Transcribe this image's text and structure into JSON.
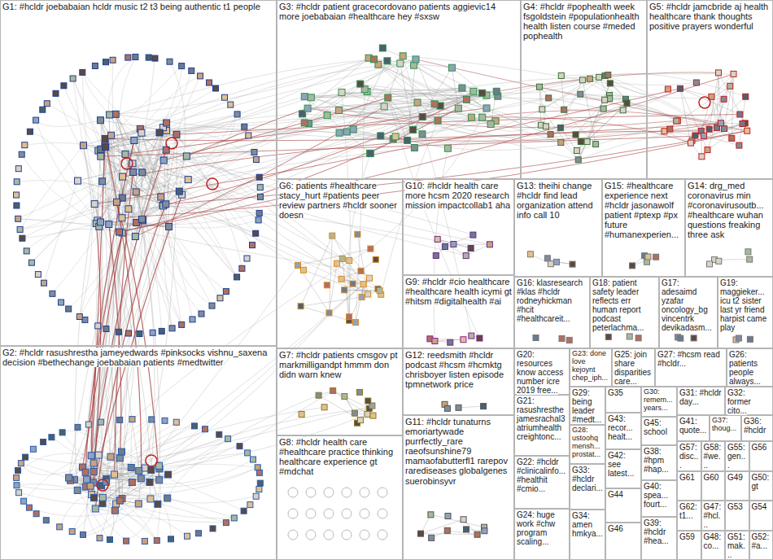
{
  "diagram": {
    "nodes": [
      {
        "text": [
          "G1: #hcldr joebabaian hcldr music t2 t3 being authentic t1 people"
        ]
      },
      {
        "text": [
          "G2: #hcldr rasushrestha jameyedwards #pinksocks vishnu_saxena decision #bethechange joebabaian patients #medtwitter"
        ]
      },
      {
        "text": [
          "G3: #hcldr patient gracecordovano patients aggievic14 more joebabaian #healthcare hey #sxsw"
        ]
      },
      {
        "text": [
          "G4: #hcldr #pophealth week fsgoldstein #populationhealth health listen course #meded pophealth"
        ]
      },
      {
        "text": [
          "G5: #hcldr jamcbride aj health healthcare thank thoughts positive prayers wonderful"
        ]
      },
      {
        "text": [
          "G6: patients #healthcare stacy_hurt #patients peer review partners #hcldr sooner doesn"
        ]
      },
      {
        "text": [
          "G7: #hcldr patients cmsgov pt markmilligandpt hmmm don didn warn knew"
        ]
      },
      {
        "text": [
          "G8: #hcldr health care #healthcare practice thinking healthcare experience gt #mdchat"
        ]
      },
      {
        "text": [
          "G9: #hcldr #cio healthcare #healthcare health icymi gt #hitsm #digitalhealth #ai"
        ]
      },
      {
        "text": [
          "G10: #hcldr health care more hcsm 2020 research mission impactcollab1 aha"
        ]
      },
      {
        "text": [
          "G11: #hcldr tunaturns emoriartywade purrfectly_rare raeofsunshine79 mamaofabutterfl1 rarepov rarediseases globalgenes suerobinsyvr"
        ]
      },
      {
        "text": [
          "G12: reedsmith #hcldr podcast #hcsm #hcmktg chrisboyer listen episode tpmnetwork price"
        ]
      },
      {
        "text": [
          "G13: theihi change #hcldr find lead organization attend info call 10"
        ]
      },
      {
        "text": [
          "G14: drg_med coronavirus min #coronavirusoutb... #healthcare wuhan questions freaking three ask"
        ]
      },
      {
        "text": [
          "G15: #healthcare experience next #hcldr jasonawolf patient #ptexp #px future #humanexperien..."
        ]
      },
      {
        "text": [
          "G16: klasresearch #klas #hcldr rodneyhickman #hcit #healthcareit..."
        ]
      },
      {
        "text": [
          "G17: adesaimd yzafar oncology_bg vincentrk devikadasm..."
        ]
      },
      {
        "text": [
          "G18: patient safety leader reflects err human report podcast peterlachma..."
        ]
      },
      {
        "text": [
          "G19: maggieker... icu t2 sister last yr friend harpist came play"
        ]
      },
      {
        "text": [
          "G20: resources know access number icre 2019 free..."
        ]
      },
      {
        "text": [
          "G21: rasushresthe jamesrachal3 atriumhealth creightonc..."
        ]
      },
      {
        "text": [
          "G22: #hcldr #clinicalinfo... #healthit #cmio..."
        ]
      },
      {
        "text": [
          "G23: done love kejoynt chep_iph..."
        ]
      },
      {
        "text": [
          "G24: huge work #chw program scaling..."
        ]
      },
      {
        "text": [
          "G25: join share disparities care..."
        ]
      },
      {
        "text": [
          "G26: patients people always..."
        ]
      },
      {
        "text": [
          "G27: #hcsm read #hcldr..."
        ]
      },
      {
        "text": [
          "G28: ustoohq mensh... prostat..."
        ]
      },
      {
        "text": [
          "G29: being leader #medt..."
        ]
      },
      {
        "text": [
          "G30: remem... years..."
        ]
      },
      {
        "text": [
          "G31: #hcldr day..."
        ]
      },
      {
        "text": [
          "G32: former cito..."
        ]
      },
      {
        "text": [
          "G33: #hcldr declari..."
        ]
      },
      {
        "text": [
          "G34: amen hmkya..."
        ]
      },
      {
        "text": [
          "G35"
        ]
      },
      {
        "text": [
          "G36: #hcldr"
        ]
      },
      {
        "text": [
          "G37: thoug..."
        ]
      },
      {
        "text": [
          "G38: #hpm #hap..."
        ]
      },
      {
        "text": [
          "G39: #hcldr #hea..."
        ]
      },
      {
        "text": [
          "G40: spea... fourt..."
        ]
      },
      {
        "text": [
          "G41: quote..."
        ]
      },
      {
        "text": [
          "G42: see latest..."
        ]
      },
      {
        "text": [
          "G43: recor... healt..."
        ]
      },
      {
        "text": [
          "G44"
        ]
      },
      {
        "text": [
          "G45: school"
        ]
      },
      {
        "text": [
          "G46"
        ]
      },
      {
        "text": [
          "G47: #hcl..."
        ]
      },
      {
        "text": [
          "G48: co..."
        ]
      },
      {
        "text": [
          "G49"
        ]
      },
      {
        "text": [
          "G50: gt"
        ]
      },
      {
        "text": [
          "G51: mak..."
        ]
      },
      {
        "text": [
          "G52: #a..."
        ]
      },
      {
        "text": [
          "G53"
        ]
      },
      {
        "text": [
          "G54"
        ]
      },
      {
        "text": [
          "G55: gen..."
        ]
      },
      {
        "text": [
          "G56"
        ]
      },
      {
        "text": [
          "G57: disc..."
        ]
      },
      {
        "text": [
          "G58: #we..."
        ]
      },
      {
        "text": [
          "G59"
        ]
      },
      {
        "text": [
          "G60"
        ]
      },
      {
        "text": [
          "G61"
        ]
      },
      {
        "text": [
          "G62: t1..."
        ]
      }
    ]
  }
}
